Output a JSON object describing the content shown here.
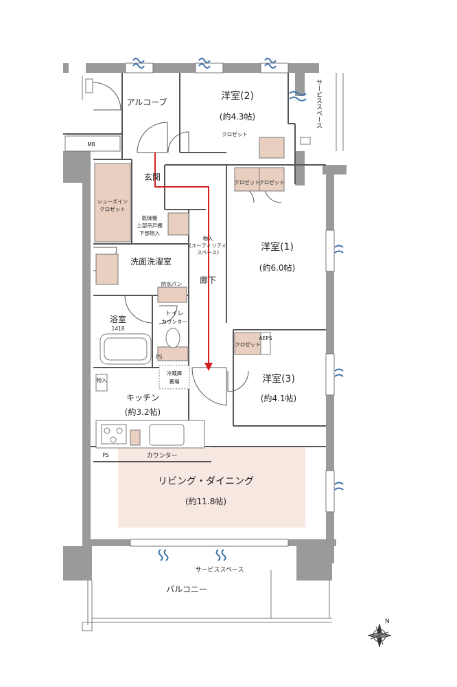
{
  "rooms": {
    "alcove": "アルコーブ",
    "western2": "洋室(2)",
    "western2_size": "(約4.3帖)",
    "western1": "洋室(1)",
    "western1_size": "(約6.0帖)",
    "western3": "洋室(3)",
    "western3_size": "(約4.1帖)",
    "entrance": "玄関",
    "shoe_closet_1": "シューズイン",
    "shoe_closet_2": "クロゼット",
    "dryer_1": "乾燥機",
    "dryer_2": "上部吊戸棚",
    "dryer_3": "下部物入",
    "storage_1": "物入",
    "storage_2": "(ユーティリティ",
    "storage_3": "スペース)",
    "washroom": "洗面洗濯室",
    "waterpan": "防水パン",
    "hallway": "廊下",
    "bath": "浴室",
    "bath_size": "1418",
    "toilet": "トイレ",
    "toilet_counter": "カウンター",
    "fridge_1": "冷蔵庫",
    "fridge_2": "置場",
    "kitchen_storage": "物入",
    "kitchen": "キッチン",
    "kitchen_size": "(約3.2帖)",
    "counter": "カウンター",
    "living": "リビング・ダイニング",
    "living_size": "(約11.8帖)",
    "balcony": "バルコニー",
    "service_space": "サービススペース",
    "service_space_balcony": "サービススペース",
    "closet": "クロゼット",
    "closet_a": "クロゼット",
    "closet_b": "クロゼット",
    "closet_c": "クロゼット",
    "mb": "MB",
    "ps_toilet": "PS",
    "ps_kitchen": "PS",
    "aeps": "AEPS",
    "compass_n": "N"
  },
  "colors": {
    "wall": "#9a9a9a",
    "furniture": "#e8cfc0",
    "living_tint": "#f7e8e2",
    "route": "#d42020",
    "vent": "#3a6fa8"
  }
}
